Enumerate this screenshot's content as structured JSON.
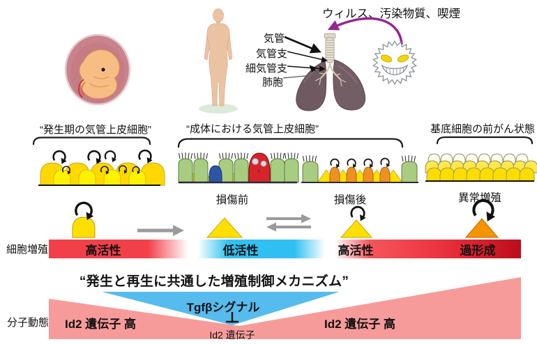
{
  "top": {
    "exposure_label": "ウィルス、汚染物質、喫煙"
  },
  "anatomy": {
    "trachea": "気管",
    "bronchus": "気管支",
    "bronchiole": "細気管支",
    "alveoli": "肺胞"
  },
  "sections": {
    "development_title": "“発生期の気管上皮細胞”",
    "adult_title": "“成体における気管上皮細胞”",
    "precancer_title": "基底細胞の前がん状態",
    "before_injury": "損傷前",
    "after_injury": "損傷後",
    "abnormal_growth": "異常増殖"
  },
  "proliferation": {
    "row_label": "細胞増殖",
    "high1": "高活性",
    "low": "低活性",
    "high2": "高活性",
    "hyperplasia": "過形成"
  },
  "mechanism_title": "“発生と再生に共通した増殖制御メカニズム”",
  "molecular": {
    "row_label": "分子動態",
    "tgfb_signal": "Tgfβシグナル",
    "id2_gene": "Id2 遺伝子",
    "id2_high_left": "Id2 遺伝子 高",
    "id2_high_right": "Id2 遺伝子 高"
  },
  "colors": {
    "high_activity_red": "#ee3a45",
    "low_activity_blue": "#2fc0f1",
    "hyperplasia_dark_red": "#ba0d1c",
    "tgfb_blue": "#55bced",
    "id2_pink": "#f79b9a",
    "exposure_arrow_purple": "#97258f",
    "cell_yellow": "#ffdf00",
    "cell_green": "#a8cc80",
    "cell_orange": "#ef9122"
  }
}
